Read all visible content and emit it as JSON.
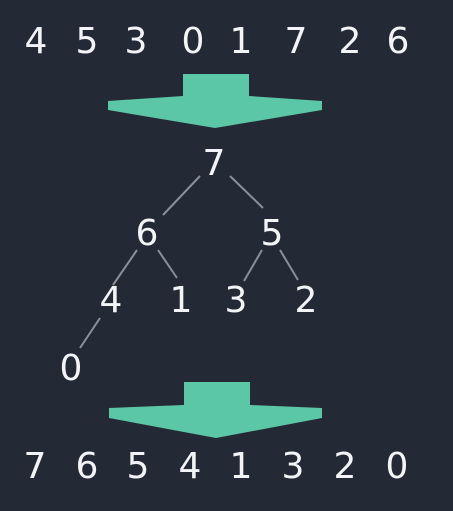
{
  "input_sequence": [
    "4",
    "5",
    "3",
    "0",
    "1",
    "7",
    "2",
    "6"
  ],
  "heap_tree": {
    "nodes": [
      {
        "id": "n7",
        "label": "7"
      },
      {
        "id": "n6",
        "label": "6"
      },
      {
        "id": "n5",
        "label": "5"
      },
      {
        "id": "n4",
        "label": "4"
      },
      {
        "id": "n1",
        "label": "1"
      },
      {
        "id": "n3",
        "label": "3"
      },
      {
        "id": "n2",
        "label": "2"
      },
      {
        "id": "n0",
        "label": "0"
      }
    ],
    "edges": [
      [
        "n7",
        "n6"
      ],
      [
        "n7",
        "n5"
      ],
      [
        "n6",
        "n4"
      ],
      [
        "n6",
        "n1"
      ],
      [
        "n5",
        "n3"
      ],
      [
        "n5",
        "n2"
      ],
      [
        "n4",
        "n0"
      ]
    ]
  },
  "output_sequence": [
    "7",
    "6",
    "5",
    "4",
    "1",
    "3",
    "2",
    "0"
  ],
  "colors": {
    "background": "#232a35",
    "arrow": "#5cc7a6",
    "text": "#f2f4f7",
    "edge": "#8a9099"
  }
}
